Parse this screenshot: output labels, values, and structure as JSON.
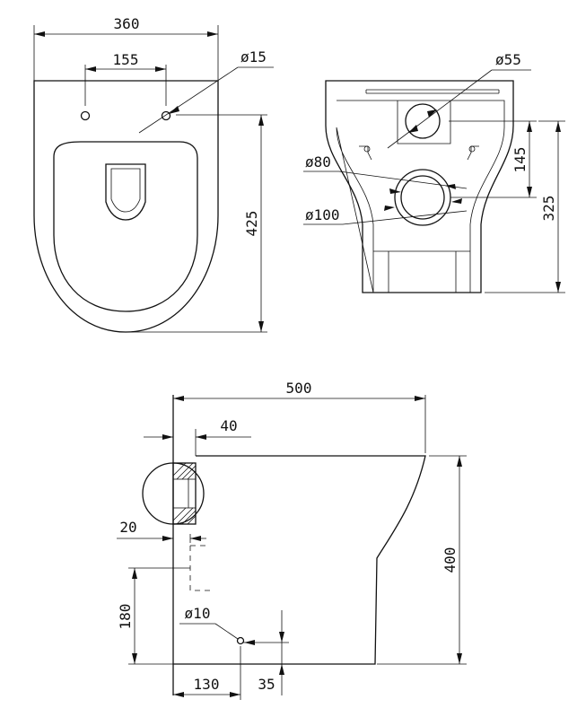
{
  "top_view": {
    "width_label": "360",
    "hole_spacing_label": "155",
    "hole_diameter_label": "ø15",
    "depth_label": "425"
  },
  "front_view": {
    "top_outlet_label": "ø55",
    "inner_outlet_label": "ø80",
    "outer_outlet_label": "ø100",
    "outlet_height_label": "145",
    "total_height_label": "325"
  },
  "side_view": {
    "length_label": "500",
    "wall_offset_label": "40",
    "gap_label": "20",
    "height_label": "400",
    "fixing_height_label": "180",
    "fixing_diameter_label": "ø10",
    "fixing_distance_label": "130",
    "fixing_offset_label": "35"
  }
}
